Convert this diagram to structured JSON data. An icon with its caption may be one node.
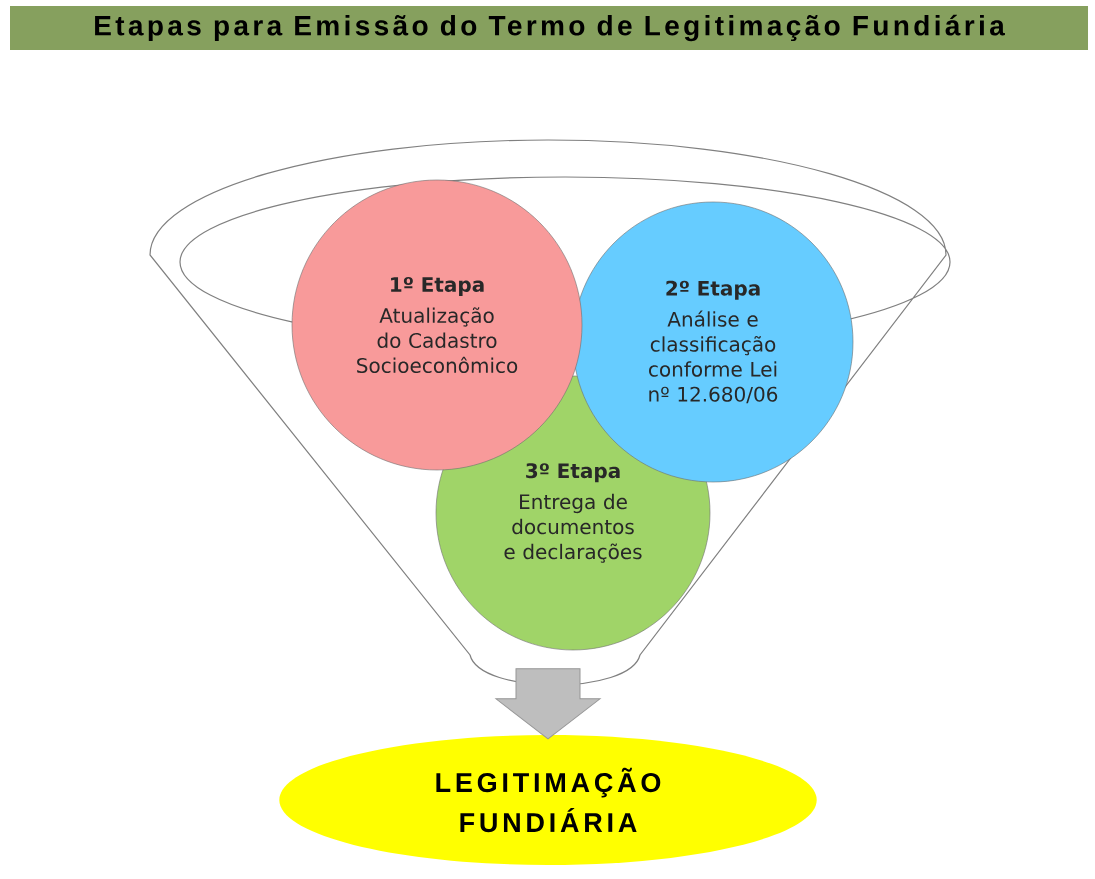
{
  "diagram": {
    "title": "Etapas para Emissão do Termo de Legitimação Fundiária",
    "nodes": [
      {
        "text": [],
        "shape": "funnel"
      },
      {
        "text": [
          "1º Etapa",
          "Atualização do Cadastro Socioeconômico"
        ],
        "in": 0
      },
      {
        "text": [
          "2º Etapa",
          "Análise e classificação conforme Lei nº 12.680/06"
        ],
        "in": 0
      },
      {
        "text": [
          "3º Etapa",
          "Entrega de documentos e declarações"
        ],
        "in": 0
      },
      {
        "text": [
          "LEGITIMAÇÃO FUNDIÁRIA"
        ]
      }
    ],
    "edges": [
      {
        "from": 0,
        "to": 4,
        "arrow": "to"
      }
    ]
  }
}
